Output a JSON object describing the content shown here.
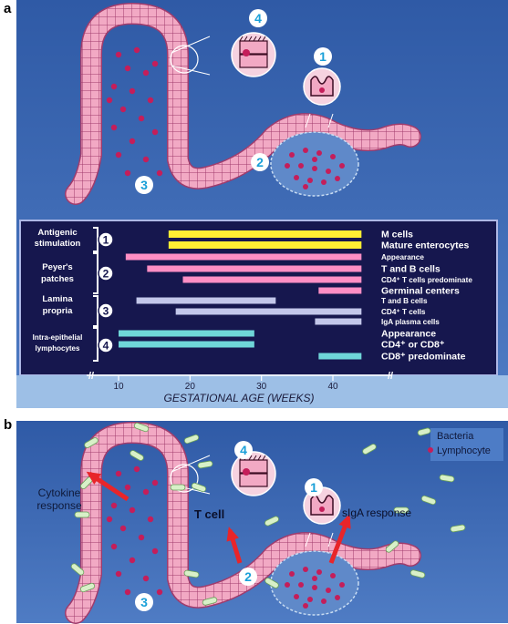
{
  "panel_a": {
    "letter": "a",
    "badges": [
      "1",
      "2",
      "3",
      "4"
    ],
    "rows": [
      {
        "label": "M cells",
        "size": "big"
      },
      {
        "label": "Mature enterocytes",
        "size": "big"
      },
      {
        "label": "Appearance",
        "size": "small"
      },
      {
        "label": "T and B cells",
        "size": "big"
      },
      {
        "label": "CD4⁺ T cells predominate",
        "size": "small"
      },
      {
        "label": "Germinal centers",
        "size": "big"
      },
      {
        "label": "T and B cells",
        "size": "small"
      },
      {
        "label": "CD4⁺ T cells",
        "size": "small"
      },
      {
        "label": "IgA plasma cells",
        "size": "small"
      },
      {
        "label": "Appearance",
        "size": "big"
      },
      {
        "label": "CD4⁺ or CD8⁺",
        "size": "big"
      },
      {
        "label": "CD8⁺ predominate",
        "size": "big"
      }
    ],
    "groups": [
      {
        "number": "1",
        "lines": [
          "Antigenic",
          "stimulation"
        ]
      },
      {
        "number": "2",
        "lines": [
          "Peyer's",
          "patches"
        ]
      },
      {
        "number": "3",
        "lines": [
          "Lamina",
          "propria"
        ]
      },
      {
        "number": "4",
        "lines": [
          "Intra-epithelial",
          "lymphocytes"
        ]
      }
    ],
    "axis": {
      "ticks": [
        "10",
        "20",
        "30",
        "40"
      ],
      "label": "GESTATIONAL AGE (WEEKS)"
    }
  },
  "panel_b": {
    "letter": "b",
    "badges": [
      "1",
      "2",
      "3",
      "4"
    ],
    "legend": {
      "bacteria": "Bacteria",
      "lymphocyte": "Lymphocyte"
    },
    "cytokine_lines": [
      "Cytokine",
      "response"
    ],
    "tcell": "T cell",
    "siga": "sIgA response"
  },
  "colors": {
    "background_blue": "#3f6bb4",
    "timeline_bg": "#16174e",
    "axis_strip": "#9dbfe6",
    "m_cells_bar": "#ffee33",
    "peyer_bar": "#ff8ec4",
    "lamina_bar": "#c3c7ea",
    "iel_bar": "#6fd6d8",
    "epithelium": "#f2a9c4",
    "lymphocyte": "#c41e5a",
    "badge_text": "#1aa0d8"
  },
  "chart_data": {
    "type": "bar",
    "orientation": "horizontal",
    "xlabel": "GESTATIONAL AGE (WEEKS)",
    "xticks": [
      10,
      20,
      30,
      40
    ],
    "series": [
      {
        "name": "Antigenic stimulation",
        "bars": [
          {
            "label": "M cells",
            "start": 17,
            "end": 44
          },
          {
            "label": "Mature enterocytes",
            "start": 17,
            "end": 44
          }
        ]
      },
      {
        "name": "Peyer's patches",
        "bars": [
          {
            "label": "Appearance",
            "start": 11,
            "end": 44
          },
          {
            "label": "T and B cells",
            "start": 14,
            "end": 44
          },
          {
            "label": "CD4⁺ T cells predominate",
            "start": 19,
            "end": 44
          },
          {
            "label": "Germinal centers",
            "start": 38,
            "end": 44
          }
        ]
      },
      {
        "name": "Lamina propria",
        "bars": [
          {
            "label": "T and B cells",
            "start": 12.5,
            "end": 32
          },
          {
            "label": "CD4⁺ T cells",
            "start": 18,
            "end": 44
          },
          {
            "label": "IgA plasma cells",
            "start": 37.5,
            "end": 44
          }
        ]
      },
      {
        "name": "Intra-epithelial lymphocytes",
        "bars": [
          {
            "label": "Appearance",
            "start": 10,
            "end": 29
          },
          {
            "label": "CD4⁺ or CD8⁺",
            "start": 10,
            "end": 29
          },
          {
            "label": "CD8⁺ predominate",
            "start": 38,
            "end": 44
          }
        ]
      }
    ]
  }
}
